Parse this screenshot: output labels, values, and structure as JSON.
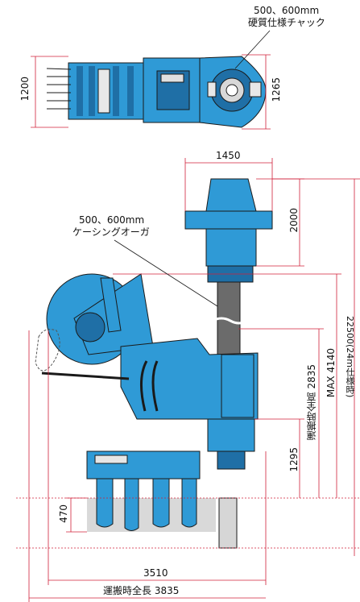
{
  "colors": {
    "machine_blue": "#2f9ad6",
    "machine_dark": "#1f6fa6",
    "dimension_red": "#d0203a",
    "ground_gray": "#d9d9d9",
    "outline": "#1a1a1a"
  },
  "top_view": {
    "chuck_label_line1": "500、600mm",
    "chuck_label_line2": "硬質仕様チャック",
    "dim_width_left": "1200",
    "dim_width_right": "1265"
  },
  "side_view": {
    "dim_head_width": "1450",
    "auger_label_line1": "500、600mm",
    "auger_label_line2": "ケーシングオーガ",
    "dim_head_height": "2000",
    "dim_transport_height": "運搬時全高 2835",
    "dim_max_height": "MAX 4140",
    "dim_total_partial": "22500(24m仕様時)",
    "dim_lower": "1295",
    "dim_track_height": "470",
    "dim_length": "3510",
    "dim_transport_length": "運搬時全長 3835"
  }
}
